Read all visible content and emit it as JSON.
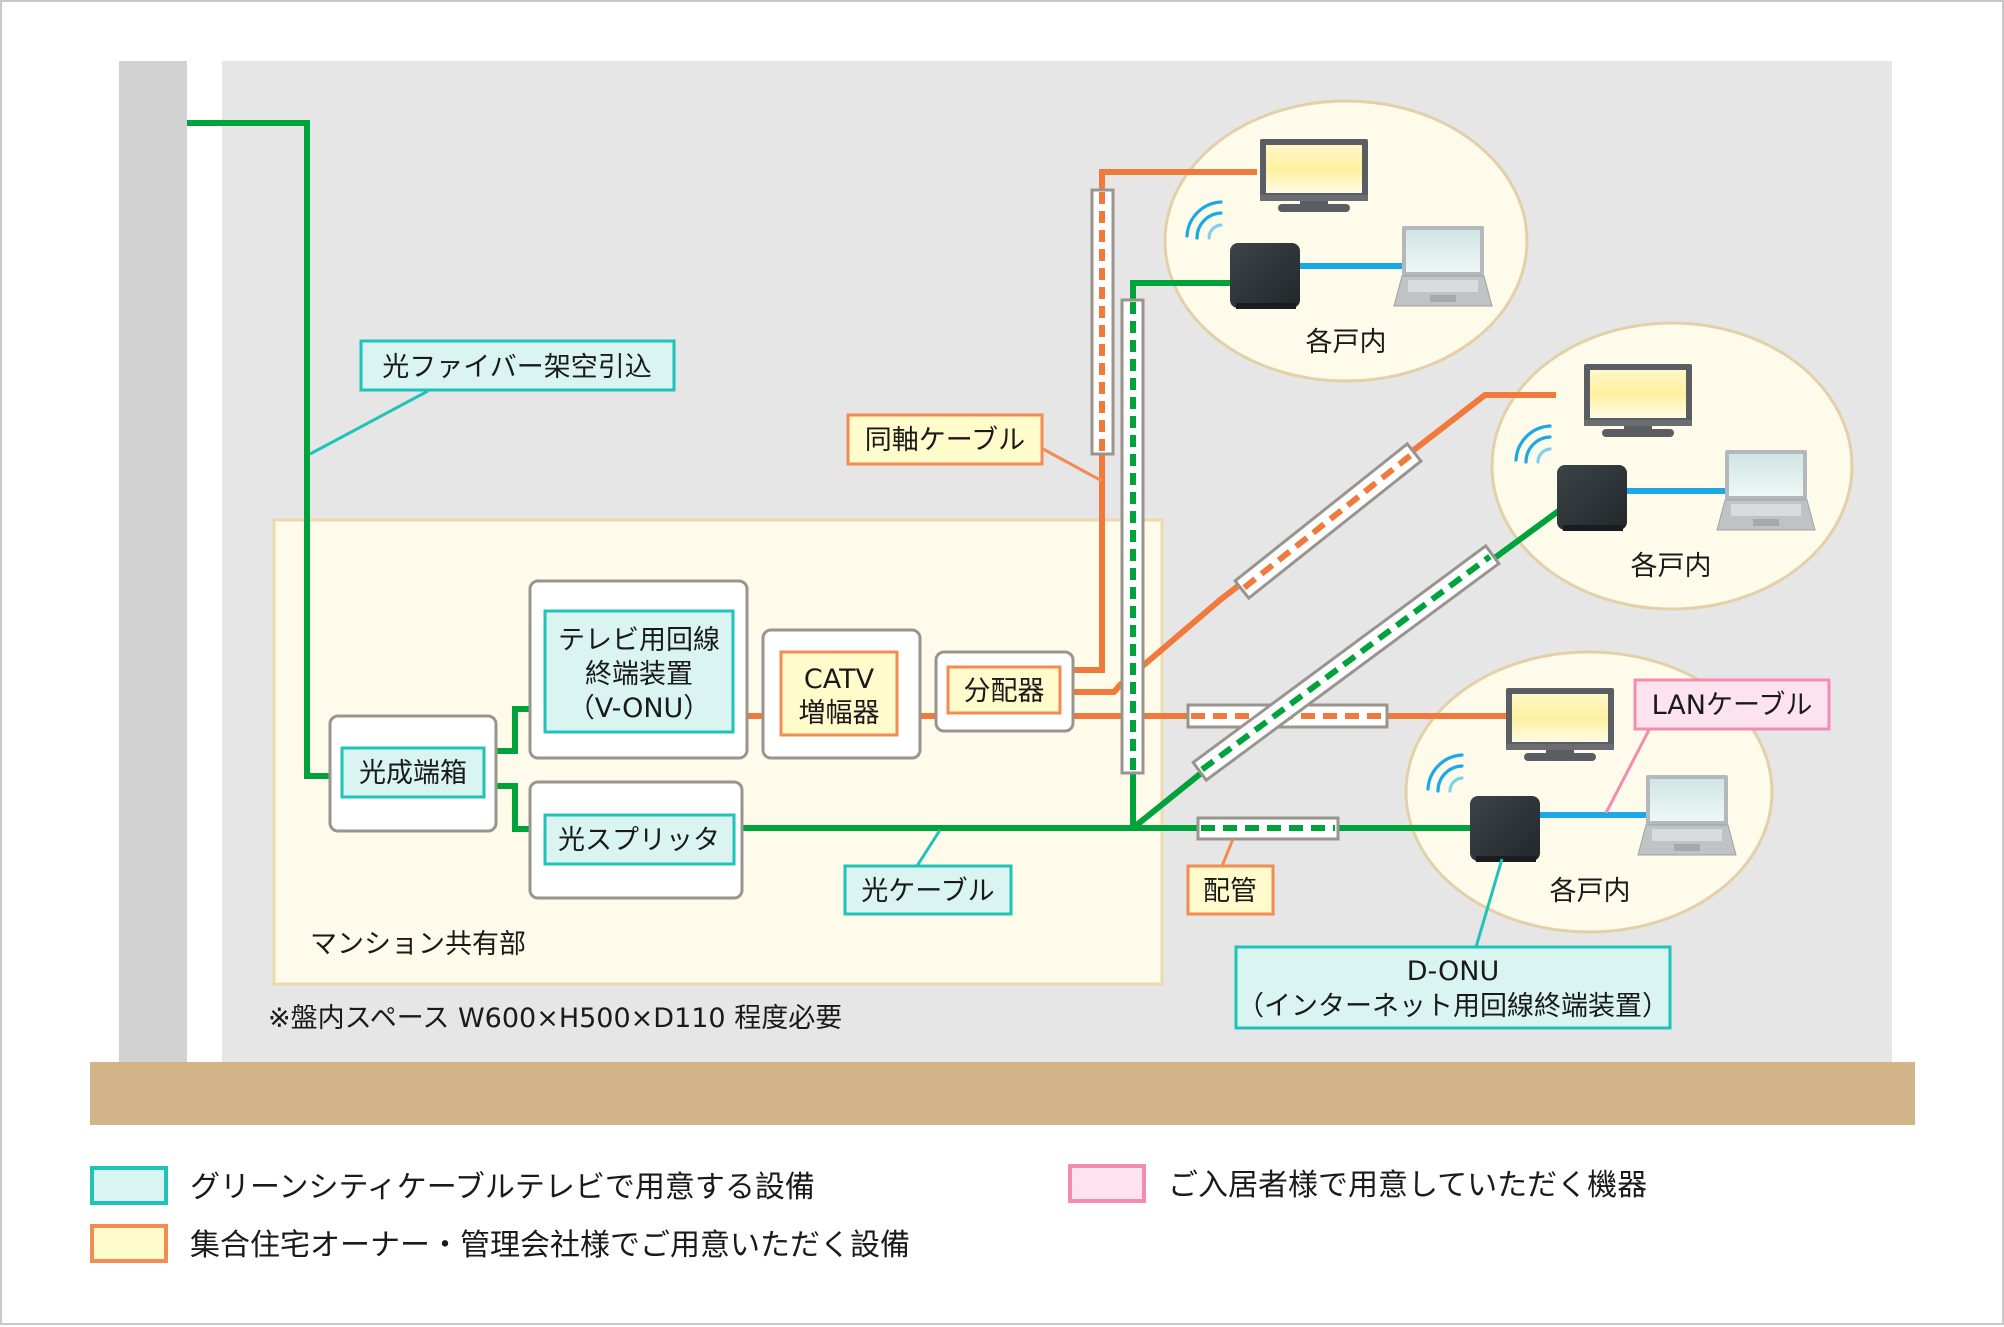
{
  "colors": {
    "fiber_green": "#00a23c",
    "coax_orange": "#ef7a3c",
    "lan_blue": "#1aa9e6",
    "teal_border": "#1fc3b8",
    "teal_fill": "#daf4f1",
    "owner_border": "#f38b52",
    "owner_fill": "#fffbcb",
    "resident_border": "#f58bb2",
    "resident_fill": "#fde3ee",
    "common_area_fill": "#fffbea",
    "common_area_border": "#ecd9ad",
    "room_fill": "#fffbea",
    "room_border": "#e4d0a8",
    "background": "#e6e6e6",
    "wall": "#d2d2d2",
    "floor": "#d1b487",
    "conduit_border": "#9a948e"
  },
  "labels": {
    "aerial_fiber": "光ファイバー架空引込",
    "coax_cable": "同軸ケーブル",
    "common_area": "マンション共有部",
    "panel_space_note": "※盤内スペース W600×H500×D110 程度必要",
    "optical_cable": "光ケーブル",
    "conduit": "配管",
    "lan_cable": "LANケーブル",
    "d_onu_line1": "D-ONU",
    "d_onu_line2": "（インターネット用回線終端装置）"
  },
  "equipment": {
    "termination_box": "光成端箱",
    "v_onu_line1": "テレビ用回線",
    "v_onu_line2": "終端装置",
    "v_onu_line3": "（V-ONU）",
    "catv_line1": "CATV",
    "catv_line2": "増幅器",
    "distributor": "分配器",
    "splitter": "光スプリッタ"
  },
  "households": [
    {
      "label": "各戸内"
    },
    {
      "label": "各戸内"
    },
    {
      "label": "各戸内"
    }
  ],
  "legend": [
    {
      "label": "グリーンシティケーブルテレビで用意する設備",
      "category": "provider"
    },
    {
      "label": "集合住宅オーナー・管理会社様でご用意いただく設備",
      "category": "owner"
    },
    {
      "label": "ご入居者様で用意していただく機器",
      "category": "resident"
    }
  ]
}
